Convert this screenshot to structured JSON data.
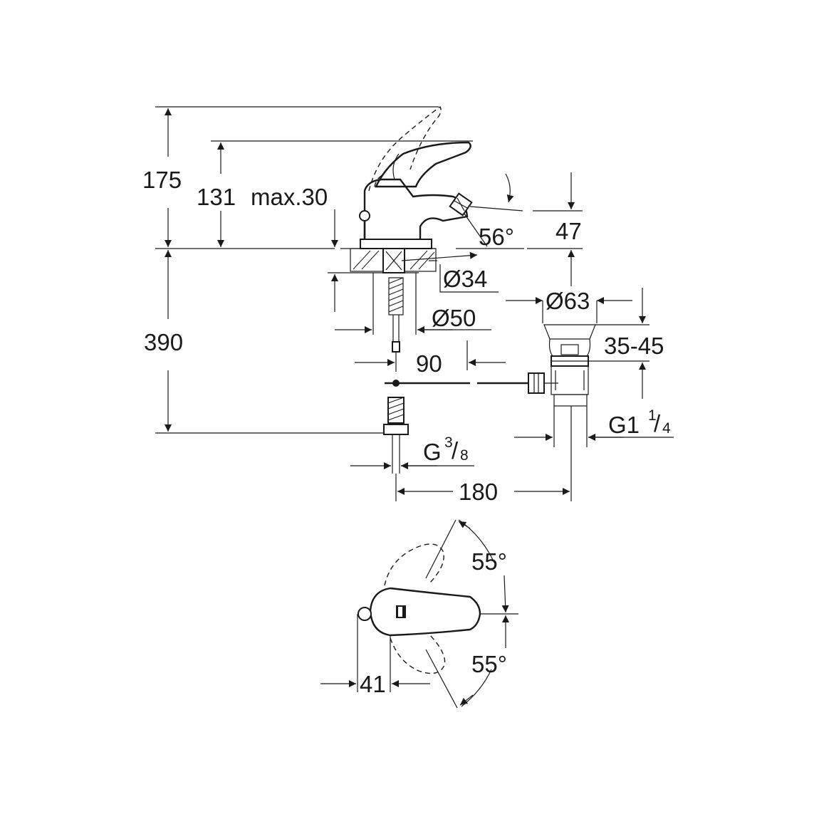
{
  "colors": {
    "line": "#1a1a1a",
    "background": "#ffffff"
  },
  "dims": {
    "d175": "175",
    "d131": "131",
    "max30": "max.30",
    "angle56": "56°",
    "d47": "47",
    "d34": "Ø34",
    "d50": "Ø50",
    "d63": "Ø63",
    "d3545": "35-45",
    "d390": "390",
    "d90": "90",
    "g1": "G1",
    "g1_num": "1",
    "g1_den": "4",
    "g3": "G",
    "g3_num": "3",
    "g3_den": "8",
    "slash": "/",
    "d180": "180",
    "angle55a": "55°",
    "angle55b": "55°",
    "d41": "41"
  }
}
